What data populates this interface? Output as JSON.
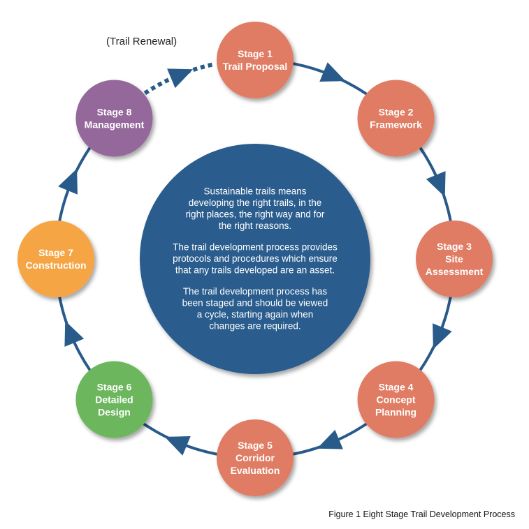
{
  "stages": [
    {
      "lines": [
        "Stage 1",
        "Trail Proposal"
      ],
      "color": "#e07c63"
    },
    {
      "lines": [
        "Stage 2",
        "Framework"
      ],
      "color": "#e07c63"
    },
    {
      "lines": [
        "Stage 3",
        "Site",
        "Assessment"
      ],
      "color": "#e07c63"
    },
    {
      "lines": [
        "Stage 4",
        "Concept",
        "Planning"
      ],
      "color": "#e07c63"
    },
    {
      "lines": [
        "Stage 5",
        "Corridor",
        "Evaluation"
      ],
      "color": "#e07c63"
    },
    {
      "lines": [
        "Stage 6",
        "Detailed",
        "Design"
      ],
      "color": "#6cb65d"
    },
    {
      "lines": [
        "Stage 7",
        "Construction"
      ],
      "color": "#f6a545"
    },
    {
      "lines": [
        "Stage 8",
        "Management"
      ],
      "color": "#94689a"
    }
  ],
  "renewal_label": "(Trail Renewal)",
  "center": {
    "color": "#2a5d8d",
    "paragraphs": [
      [
        "Sustainable trails means",
        "developing the right trails, in the",
        "right places, the right way and for",
        "the right reasons."
      ],
      [
        "The trail development process provides",
        "protocols and procedures which ensure",
        "that any trails developed are an asset."
      ],
      [
        "The trail development process has",
        "been staged and should be viewed",
        "a cycle, starting again when",
        "changes are required."
      ]
    ]
  },
  "ring_color": "#285a8a",
  "caption": "Figure 1 Eight Stage Trail Development Process"
}
